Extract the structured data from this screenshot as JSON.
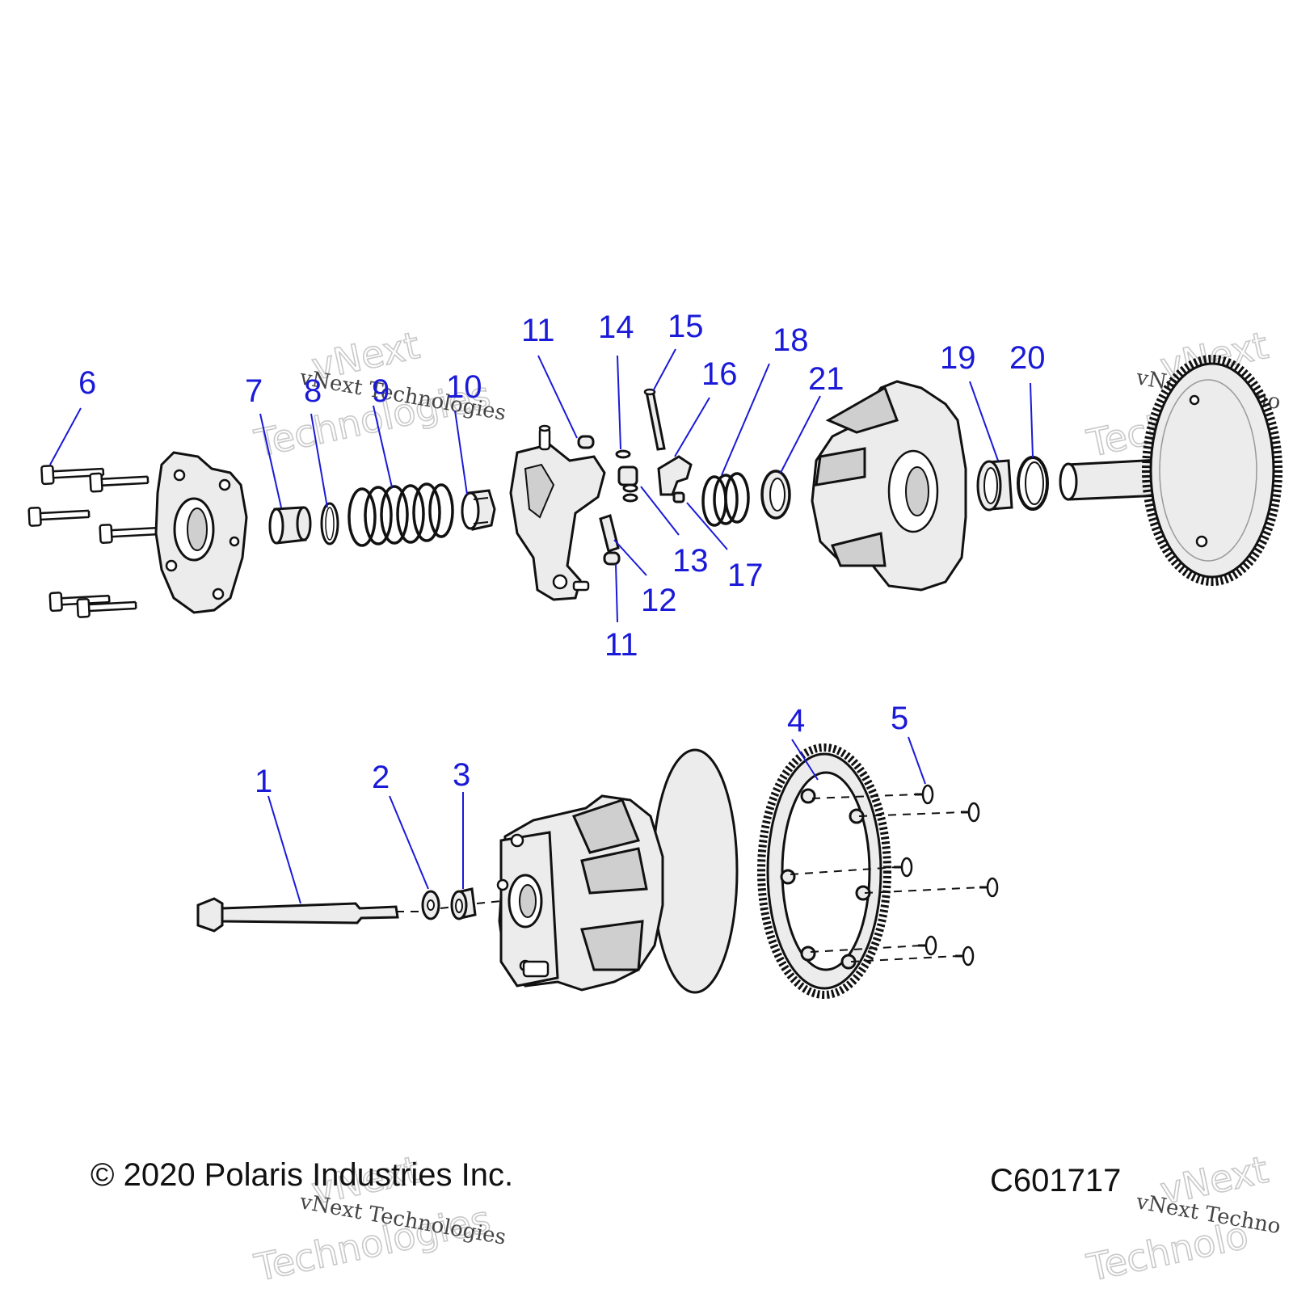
{
  "callouts": {
    "c1": "1",
    "c2": "2",
    "c3": "3",
    "c4": "4",
    "c5": "5",
    "c6": "6",
    "c7": "7",
    "c8": "8",
    "c9": "9",
    "c10": "10",
    "c11a": "11",
    "c11b": "11",
    "c12": "12",
    "c13": "13",
    "c14": "14",
    "c15": "15",
    "c16": "16",
    "c17": "17",
    "c18": "18",
    "c19": "19",
    "c20": "20",
    "c21": "21"
  },
  "footer": {
    "copyright": "© 2020 Polaris Industries Inc.",
    "code": "C601717"
  },
  "watermark": {
    "brand_line": "vNext Technologies",
    "line1": "vNext",
    "line2": "Technologies",
    "cut_brand_line": "vNext Techno",
    "cut_line2": "Technolo"
  },
  "colors": {
    "callout": "#1a1ad8",
    "line": "#111111",
    "part_fill": "#ececec"
  }
}
